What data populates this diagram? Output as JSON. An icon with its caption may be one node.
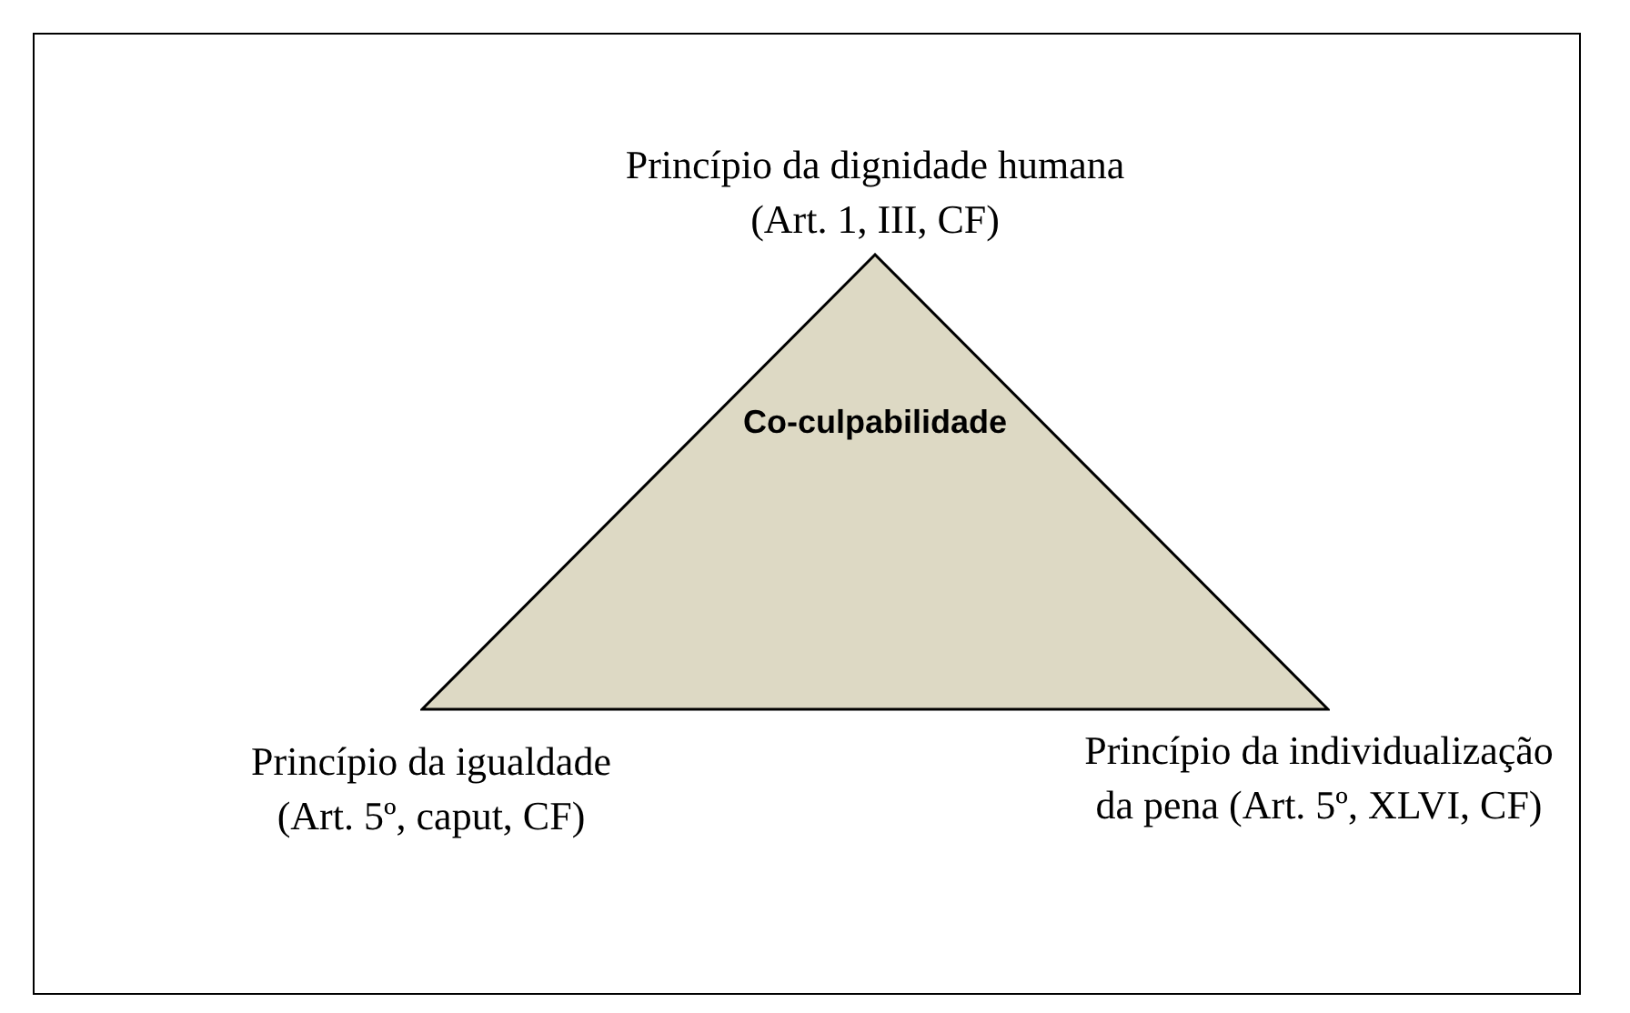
{
  "diagram": {
    "nodes": [
      {
        "text": [
          "Co-culpabilidade"
        ]
      }
    ],
    "labels": [
      "Princípio da dignidade humana (Art. 1, III, CF)",
      "Princípio da igualdade (Art. 5º, caput, CF)",
      "Princípio da individualização da pena (Art. 5º, XLVI, CF)"
    ]
  }
}
